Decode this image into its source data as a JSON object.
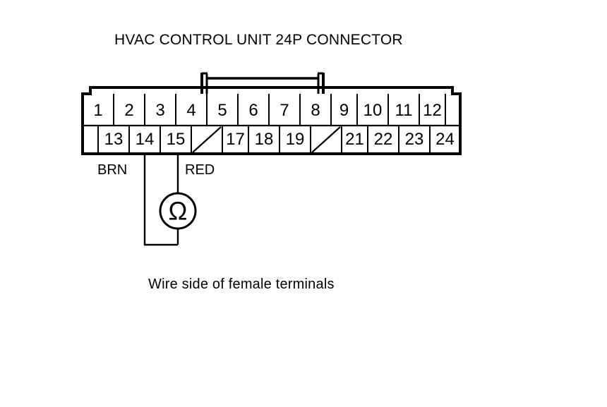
{
  "title": "HVAC CONTROL UNIT 24P CONNECTOR",
  "caption": "Wire side of female terminals",
  "connector": {
    "name": "HVAC CONTROL UNIT",
    "pin_count": "24P",
    "top_row": [
      {
        "label": "1",
        "blocked": false
      },
      {
        "label": "2",
        "blocked": false
      },
      {
        "label": "3",
        "blocked": false
      },
      {
        "label": "4",
        "blocked": false
      },
      {
        "label": "5",
        "blocked": false
      },
      {
        "label": "6",
        "blocked": false
      },
      {
        "label": "7",
        "blocked": false
      },
      {
        "label": "8",
        "blocked": false
      },
      {
        "label": "9",
        "blocked": false
      },
      {
        "label": "10",
        "blocked": false
      },
      {
        "label": "11",
        "blocked": false
      },
      {
        "label": "12",
        "blocked": false
      }
    ],
    "bottom_row": [
      {
        "label": "13",
        "blocked": false
      },
      {
        "label": "14",
        "blocked": false
      },
      {
        "label": "15",
        "blocked": false
      },
      {
        "label": "",
        "blocked": true
      },
      {
        "label": "17",
        "blocked": false
      },
      {
        "label": "18",
        "blocked": false
      },
      {
        "label": "19",
        "blocked": false
      },
      {
        "label": "",
        "blocked": true
      },
      {
        "label": "21",
        "blocked": false
      },
      {
        "label": "22",
        "blocked": false
      },
      {
        "label": "23",
        "blocked": false
      },
      {
        "label": "24",
        "blocked": false
      }
    ]
  },
  "wires": [
    {
      "color_code": "BRN",
      "terminal": "14"
    },
    {
      "color_code": "RED",
      "terminal": "15"
    }
  ],
  "meter": {
    "symbol": "Ω",
    "type": "ohmmeter"
  },
  "colors": {
    "ink": "#000000",
    "background": "#ffffff"
  }
}
